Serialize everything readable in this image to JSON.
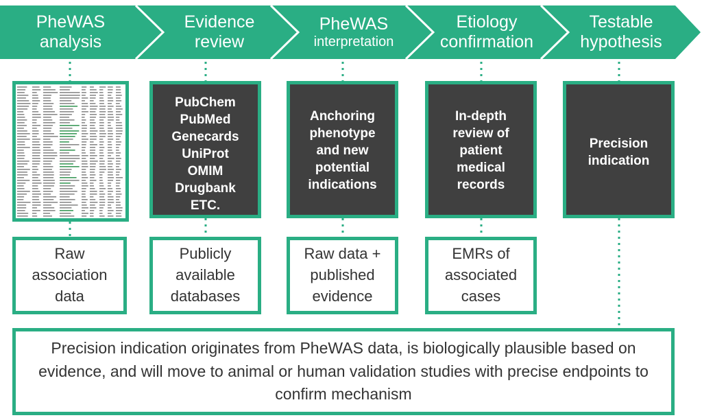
{
  "stages": [
    {
      "line1": "PheWAS",
      "line2": "analysis"
    },
    {
      "line1": "Evidence",
      "line2": "review"
    },
    {
      "line1": "PheWAS",
      "line2": "interpretation"
    },
    {
      "line1": "Etiology",
      "line2": "confirmation"
    },
    {
      "line1": "Testable",
      "line2": "hypothesis"
    }
  ],
  "process_boxes": [
    "PubChem\nPubMed\nGenecards\nUniProt\nOMIM\nDrugbank\nETC.",
    "Anchoring\nphenotype\nand new\npotential\nindications",
    "In-depth\nreview of\npatient\nmedical\nrecords",
    "Precision\nindication"
  ],
  "source_boxes": [
    "Raw\nassociation\ndata",
    "Publicly\navailable\ndatabases",
    "Raw data +\npublished\nevidence",
    "EMRs of\nassociated\ncases"
  ],
  "conclusion": "Precision indication originates from PheWAS data, is biologically plausible based on evidence, and will move to animal or human validation studies with precise endpoints to confirm mechanism",
  "colors": {
    "accent": "#2aae84",
    "dark_box": "#404040",
    "text": "#333333"
  }
}
